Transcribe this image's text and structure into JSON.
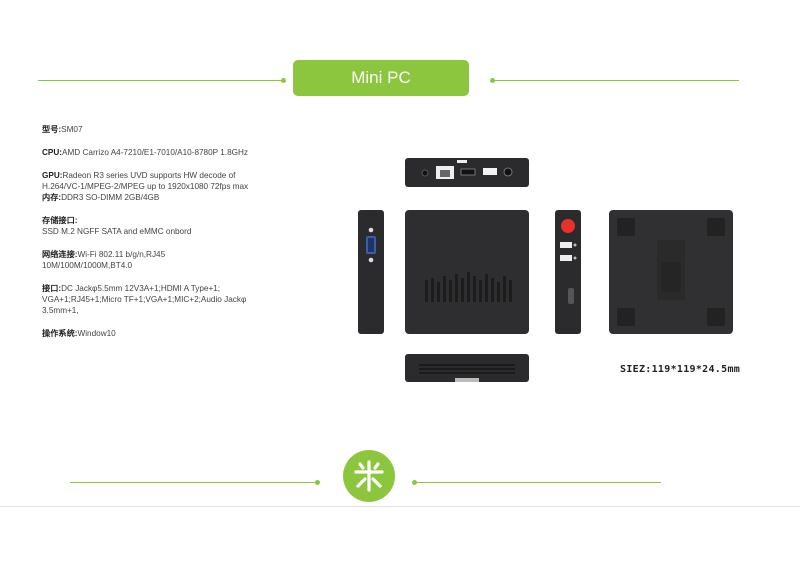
{
  "header": {
    "title": "Mini PC"
  },
  "specs": {
    "model": {
      "label": "型号:",
      "value": "SM07"
    },
    "cpu": {
      "label": "CPU:",
      "value": "AMD Carrizo A4-7210/E1-7010/A10-8780P 1.8GHz"
    },
    "gpu": {
      "label": "GPU:",
      "line1": "Radeon R3 series UVD supports HW decode of",
      "line2": "H.264/VC-1/MPEG-2/MPEG up to 1920x1080 72fps max"
    },
    "memory": {
      "label": "内存:",
      "value": "DDR3 SO-DIMM 2GB/4GB"
    },
    "storage": {
      "label": "存储接口:",
      "value": "SSD M.2 NGFF SATA and eMMC onbord"
    },
    "network": {
      "label": "网络连接:",
      "line1": "Wi-Fi 802.11 b/g/n,RJ45",
      "line2": "10M/100M/1000M,BT4.0"
    },
    "ports": {
      "label": "接口:",
      "line1": "DC Jackφ5.5mm 12V3A+1;HDMI A Type+1;",
      "line2": "VGA+1;RJ45+1;Micro TF+1;VGA+1;MIC+2;Audio Jackφ",
      "line3": "3.5mm+1,"
    },
    "os": {
      "label": "操作系统:",
      "value": "Window10"
    }
  },
  "dimensions_label": "SIEZ:119*119*24.5mm",
  "colors": {
    "accent": "#8cc63f",
    "device": "#2b2b2d"
  },
  "icons": {
    "logo": "asterisk-logo-icon"
  }
}
